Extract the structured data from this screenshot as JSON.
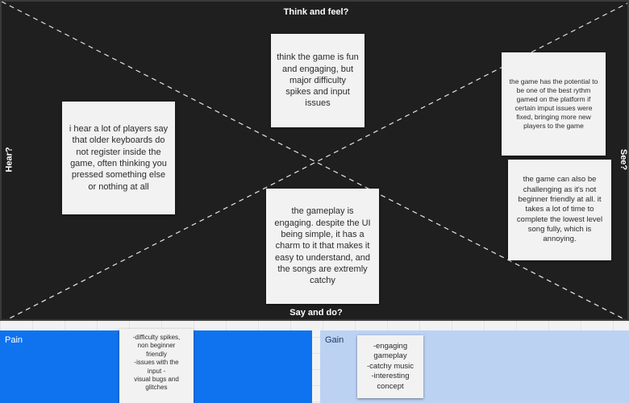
{
  "board": {
    "labels": {
      "top": "Think and feel?",
      "bottom": "Say and do?",
      "left": "Hear?",
      "right": "See?"
    },
    "notes": {
      "hear": "i hear a lot of players say that older keyboards do not register inside the game, often thinking you pressed something else or nothing at all",
      "think": "think the game is fun and engaging, but major difficulty spikes and input issues",
      "say": "the gameplay is engaging. despite the UI being simple, it has a charm to it that makes it easy to understand, and the songs are extremly catchy",
      "see_1": "the game has the potential to be one of the best rythm gamed on the platform if certain imput issues were fixed, bringing more new players to the game",
      "see_2": "the game can also be challenging as it's not beginner friendly at all. it takes a lot of time to complete the lowest level song fully, which is annoying."
    }
  },
  "pain": {
    "label": "Pain",
    "note_lines": [
      "-difficulty spikes,",
      "non beginner",
      "friendly",
      "-issues with the",
      "input -",
      "visual bugs and",
      "glitches"
    ],
    "color": "#0f73f0"
  },
  "gain": {
    "label": "Gain",
    "note_lines": [
      "-engaging",
      "gameplay",
      "-catchy music",
      "-interesting",
      "concept"
    ],
    "color": "#bcd2f3"
  }
}
